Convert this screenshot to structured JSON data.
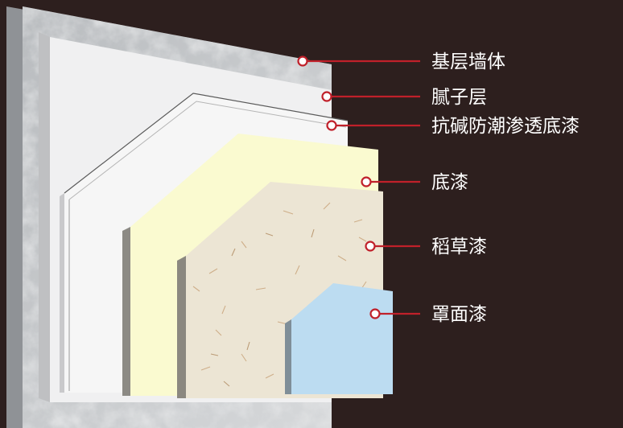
{
  "diagram": {
    "layers": [
      {
        "id": "base-wall",
        "label": "基层墙体",
        "color": "#c7c9cb"
      },
      {
        "id": "putty",
        "label": "腻子层",
        "color": "#eeeeef"
      },
      {
        "id": "alkali-sealer",
        "label": "抗碱防潮渗透底漆",
        "color": "#f4f4f4"
      },
      {
        "id": "primer",
        "label": "底漆",
        "color": "#fafad2"
      },
      {
        "id": "straw-paint",
        "label": "稻草漆",
        "color": "#ece5d5"
      },
      {
        "id": "top-coat",
        "label": "罩面漆",
        "color": "#bcdcf1"
      }
    ],
    "colors": {
      "background": "#2d1f1e",
      "leader_line": "#c0202a",
      "marker_fill": "#ffffff",
      "label_text": "#ffffff"
    }
  }
}
